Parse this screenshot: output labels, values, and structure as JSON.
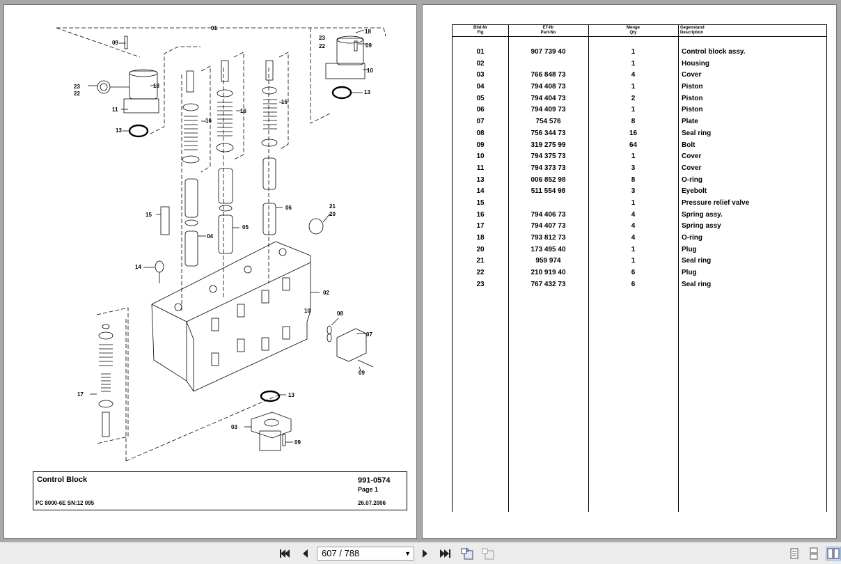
{
  "diagram": {
    "callouts": [
      "01",
      "09",
      "18",
      "23",
      "22",
      "11",
      "13",
      "16",
      "16",
      "16",
      "23",
      "22",
      "18",
      "09",
      "10",
      "13",
      "15",
      "04",
      "05",
      "06",
      "21",
      "20",
      "14",
      "02",
      "10",
      "08",
      "07",
      "09",
      "17",
      "13",
      "03",
      "09"
    ]
  },
  "title_block": {
    "title": "Control Block",
    "doc_no": "991-0574",
    "page": "Page 1",
    "model": "PC 8000-6E SN:12 095",
    "date": "26.07.2006"
  },
  "parts_table": {
    "headers": {
      "fig_de": "Bild-Nr",
      "fig_en": "Fig",
      "part_de": "ET-Nr",
      "part_en": "Part-No",
      "qty_de": "Menge",
      "qty_en": "Qty",
      "desc_de": "Gegenstand",
      "desc_en": "Description"
    },
    "rows": [
      {
        "fig": "01",
        "part": "907 739 40",
        "qty": "1",
        "desc": "Control block assy."
      },
      {
        "fig": "02",
        "part": "",
        "qty": "1",
        "desc": "Housing"
      },
      {
        "fig": "03",
        "part": "766 848 73",
        "qty": "4",
        "desc": "Cover"
      },
      {
        "fig": "04",
        "part": "794 408 73",
        "qty": "1",
        "desc": "Piston"
      },
      {
        "fig": "05",
        "part": "794 404 73",
        "qty": "2",
        "desc": "Piston"
      },
      {
        "fig": "06",
        "part": "794 409 73",
        "qty": "1",
        "desc": "Piston"
      },
      {
        "fig": "07",
        "part": "754 576",
        "qty": "8",
        "desc": "Plate"
      },
      {
        "fig": "08",
        "part": "756 344 73",
        "qty": "16",
        "desc": "Seal ring"
      },
      {
        "fig": "09",
        "part": "319 275 99",
        "qty": "64",
        "desc": "Bolt"
      },
      {
        "fig": "10",
        "part": "794 375 73",
        "qty": "1",
        "desc": "Cover"
      },
      {
        "fig": "11",
        "part": "794 373 73",
        "qty": "3",
        "desc": "Cover"
      },
      {
        "fig": "13",
        "part": "006 852 98",
        "qty": "8",
        "desc": "O-ring"
      },
      {
        "fig": "14",
        "part": "511 554 98",
        "qty": "3",
        "desc": "Eyebolt"
      },
      {
        "fig": "15",
        "part": "",
        "qty": "1",
        "desc": "Pressure relief valve"
      },
      {
        "fig": "16",
        "part": "794 406 73",
        "qty": "4",
        "desc": "Spring assy."
      },
      {
        "fig": "17",
        "part": "794 407 73",
        "qty": "4",
        "desc": "Spring assy"
      },
      {
        "fig": "18",
        "part": "793 812 73",
        "qty": "4",
        "desc": "O-ring"
      },
      {
        "fig": "20",
        "part": "173 495 40",
        "qty": "1",
        "desc": "Plug"
      },
      {
        "fig": "21",
        "part": "959 974",
        "qty": "1",
        "desc": "Seal ring"
      },
      {
        "fig": "22",
        "part": "210 919 40",
        "qty": "6",
        "desc": "Plug"
      },
      {
        "fig": "23",
        "part": "767 432 73",
        "qty": "6",
        "desc": "Seal ring"
      }
    ]
  },
  "toolbar": {
    "page_indicator": "607 / 788",
    "icons": [
      "first-page-icon",
      "prev-page-icon",
      "next-page-icon",
      "last-page-icon",
      "insert-page-icon",
      "extract-page-icon",
      "single-page-view-icon",
      "continuous-view-icon",
      "two-page-view-icon"
    ]
  }
}
